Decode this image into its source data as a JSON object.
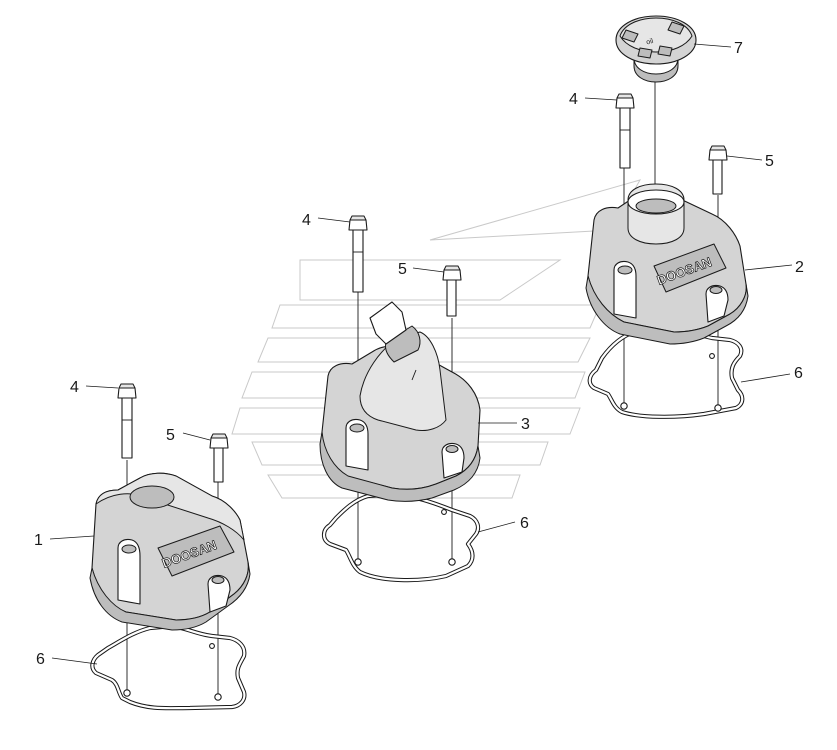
{
  "callouts": {
    "c1": "1",
    "c2": "2",
    "c3": "3",
    "c4a": "4",
    "c4b": "4",
    "c4c": "4",
    "c5a": "5",
    "c5b": "5",
    "c5c": "5",
    "c6a": "6",
    "c6b": "6",
    "c6c": "6",
    "c7": "7"
  },
  "logo": {
    "left": "DOOSAN",
    "right": "DOOSAN"
  },
  "colors": {
    "ink": "#1a1a1a",
    "shade": "#d4d4d4",
    "watermark": "#c9c9c9"
  }
}
